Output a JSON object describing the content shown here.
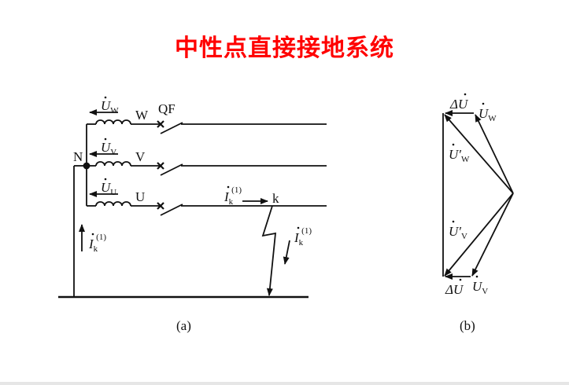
{
  "title": "中性点直接接地系统",
  "colors": {
    "title": "#ff0000",
    "ink": "#111111"
  },
  "circuit": {
    "breaker": "QF",
    "neutral": "N",
    "phases": [
      {
        "phase": "W",
        "voltage_symbol": "U",
        "voltage_sub": "W"
      },
      {
        "phase": "V",
        "voltage_symbol": "U",
        "voltage_sub": "V"
      },
      {
        "phase": "U",
        "voltage_symbol": "U",
        "voltage_sub": "U"
      }
    ],
    "fault_point": "k",
    "fault_current": {
      "symbol": "I",
      "sub": "k",
      "sup": "(1)"
    },
    "caption": "(a)"
  },
  "phasor": {
    "delta_top": {
      "symbol": "ΔU"
    },
    "uw": {
      "symbol": "U",
      "sub": "W"
    },
    "uw_prime": {
      "symbol": "U′",
      "sub": "W"
    },
    "uv_prime": {
      "symbol": "U′",
      "sub": "V"
    },
    "delta_bottom": {
      "symbol": "ΔU"
    },
    "uv": {
      "symbol": "U",
      "sub": "V"
    },
    "caption": "(b)"
  }
}
